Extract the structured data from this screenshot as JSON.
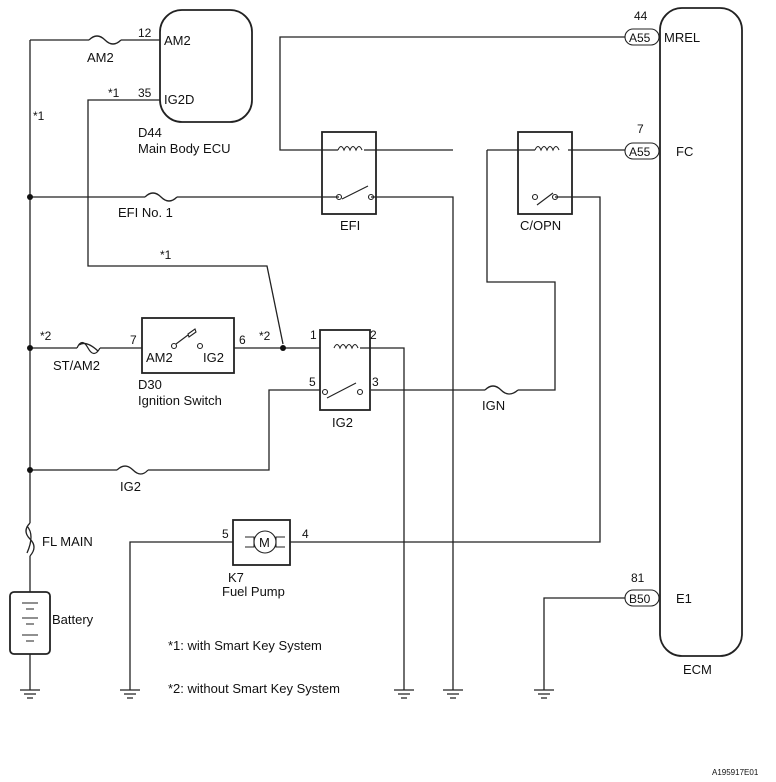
{
  "ecu": {
    "pin_am2": "12",
    "pin_ig2d": "35",
    "label_am2": "AM2",
    "label_ig2d": "IG2D",
    "code": "D44",
    "name": "Main Body ECU"
  },
  "fuses": {
    "am2": "AM2",
    "efi": "EFI No. 1",
    "st_am2": "ST/AM2",
    "ign": "IGN",
    "ig2": "IG2",
    "fl_main": "FL MAIN"
  },
  "relays": {
    "efi": "EFI",
    "copn": "C/OPN",
    "ig2": "IG2",
    "ig2_pin1": "1",
    "ig2_pin2": "2",
    "ig2_pin3": "3",
    "ig2_pin5": "5"
  },
  "ignition_switch": {
    "pin_in": "7",
    "pin_out": "6",
    "label_am2": "AM2",
    "label_ig2": "IG2",
    "code": "D30",
    "name": "Ignition Switch"
  },
  "fuel_pump": {
    "pin_left": "5",
    "pin_right": "4",
    "symbol": "M",
    "code": "K7",
    "name": "Fuel Pump"
  },
  "battery": {
    "label": "Battery"
  },
  "ecm": {
    "label": "ECM",
    "mrel": {
      "pin": "44",
      "connector": "A55",
      "signal": "MREL"
    },
    "fc": {
      "pin": "7",
      "connector": "A55",
      "signal": "FC"
    },
    "e1": {
      "pin": "81",
      "connector": "B50",
      "signal": "E1"
    }
  },
  "markers": {
    "m1": "*1",
    "m2": "*2",
    "m1_left": "*1",
    "m1_mid": "*1",
    "m2_left": "*2",
    "m2_mid": "*2"
  },
  "notes": {
    "note1": "*1: with Smart Key System",
    "note2": "*2: without Smart Key System"
  },
  "figure_id": "A195917E01"
}
